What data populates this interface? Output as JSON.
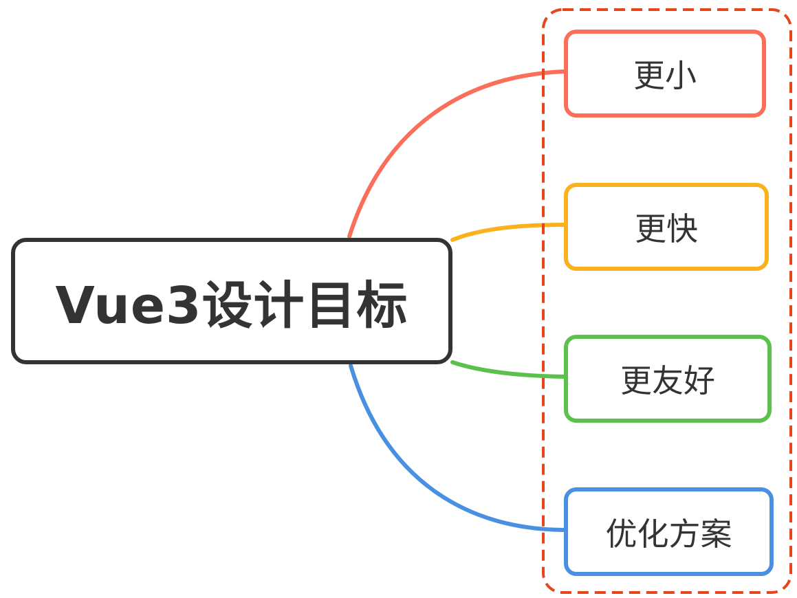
{
  "diagram": {
    "root": {
      "label": "Vue3设计目标",
      "border_color": "#333333"
    },
    "branches": [
      {
        "label": "更小",
        "color": "#fa6e5a"
      },
      {
        "label": "更快",
        "color": "#fab11e"
      },
      {
        "label": "更友好",
        "color": "#5bc04c"
      },
      {
        "label": "优化方案",
        "color": "#4a90e2"
      }
    ],
    "group_outline_color": "#e8451c"
  }
}
